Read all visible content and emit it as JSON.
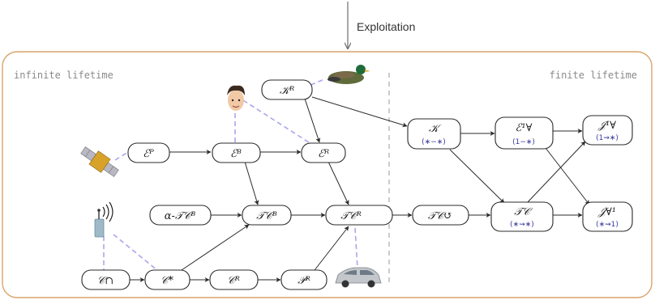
{
  "top_label": "Exploitation",
  "regions": {
    "left": "infinite lifetime",
    "right": "finite lifetime"
  },
  "colors": {
    "frame": "#d9a46c",
    "dashed_links": "#a9a6ee",
    "sub_text": "#3a3aa0"
  },
  "nodes": [
    {
      "id": "KR",
      "label": "𝒦ᴿ",
      "sub": ""
    },
    {
      "id": "EP",
      "label": "ℰᴾ",
      "sub": ""
    },
    {
      "id": "EB",
      "label": "ℰᴮ",
      "sub": ""
    },
    {
      "id": "ER",
      "label": "ℰᴿ",
      "sub": ""
    },
    {
      "id": "aTCB",
      "label": "α-𝒯𝒞ᴮ",
      "sub": ""
    },
    {
      "id": "TCB",
      "label": "𝒯𝒞ᴮ",
      "sub": ""
    },
    {
      "id": "TCR",
      "label": "𝒯𝒞ᴿ",
      "sub": ""
    },
    {
      "id": "TCO",
      "label": "𝒯𝒞↺",
      "sub": ""
    },
    {
      "id": "Ccap",
      "label": "𝒞∩",
      "sub": ""
    },
    {
      "id": "Cstar",
      "label": "𝒞*",
      "sub": ""
    },
    {
      "id": "CR",
      "label": "𝒞ᴿ",
      "sub": ""
    },
    {
      "id": "PR",
      "label": "𝒫ᴿ",
      "sub": ""
    },
    {
      "id": "K",
      "label": "𝒦",
      "sub": "(∗−∗)"
    },
    {
      "id": "E1A",
      "label": "ℰ¹∀",
      "sub": "(1−∗)"
    },
    {
      "id": "TC",
      "label": "𝒯𝒞",
      "sub": "(∗⇝∗)"
    },
    {
      "id": "J1A",
      "label": "𝒥¹∀",
      "sub": "(1⇝∗)"
    },
    {
      "id": "JA1",
      "label": "𝒥∀¹",
      "sub": "(∗⇝1)"
    }
  ],
  "icons": [
    "duck-icon",
    "person-icon",
    "satellite-icon",
    "antenna-icon",
    "car-icon"
  ]
}
